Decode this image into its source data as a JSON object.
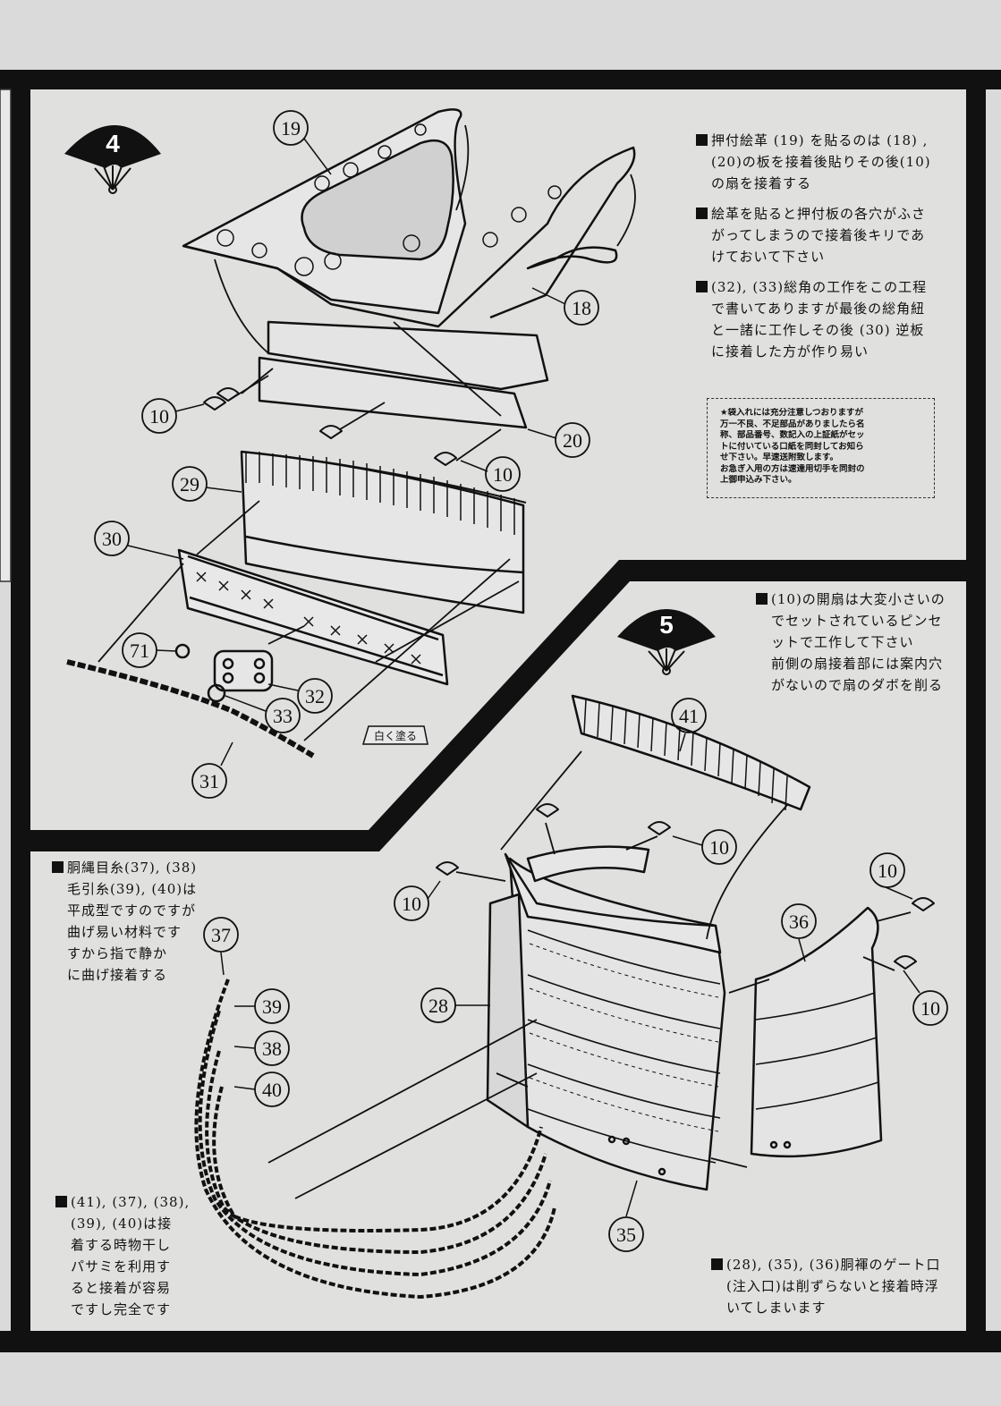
{
  "steps": [
    {
      "number": "4"
    },
    {
      "number": "5"
    }
  ],
  "step4_notes": [
    [
      "押付絵革 (19) を貼るのは (18) ,",
      "(20)の板を接着後貼りその後(10)",
      "の扇を接着する"
    ],
    [
      "絵革を貼ると押付板の各穴がふさ",
      "がってしまうので接着後キリであ",
      "けておいて下さい"
    ],
    [
      "(32), (33)総角の工作をこの工程",
      "で書いてありますが最後の総角紐",
      "と一諸に工作しその後 (30) 逆板",
      "に接着した方が作り易い"
    ]
  ],
  "notice_lines": [
    "★袋入れには充分注意しつおりますが",
    "万一不良、不足部品がありましたら名",
    "称、部品番号、数記入の上証紙がセッ",
    "トに付いている口紙を同封してお知ら",
    "せ下さい。早速送附致します。",
    "お急ぎ入用の方は速達用切手を同封の",
    "上御申込み下さい。"
  ],
  "step5_note": [
    "(10)の開扇は大変小さいの",
    "でセットされているピンセ",
    "ットで工作して下さい",
    "前側の扇接着部には案内穴",
    "がないので扇のダボを削る"
  ],
  "left_note_top": [
    "胴縄目糸(37), (38)",
    "毛引糸(39), (40)は",
    "平成型ですのですが",
    "曲げ易い材料です",
    "すから指で静か",
    "に曲げ接着する"
  ],
  "left_note_bottom": [
    "(41), (37), (38),",
    "(39), (40)は接",
    "着する時物干し",
    "パサミを利用す",
    "ると接着が容易",
    "ですし完全です"
  ],
  "right_note_bottom": [
    "(28), (35), (36)胴褌のゲート口",
    "(注入口)は削ずらないと接着時浮",
    "いてしまいます"
  ],
  "paint_label": "白く塗る",
  "callouts": {
    "p19": "19",
    "p18": "18",
    "p10a": "10",
    "p20": "20",
    "p10b": "10",
    "p29": "29",
    "p30": "30",
    "p71": "71",
    "p32": "32",
    "p33": "33",
    "p31": "31",
    "p41": "41",
    "p10c": "10",
    "p10d": "10",
    "p10e": "10",
    "p36": "36",
    "p10f": "10",
    "p28": "28",
    "p37": "37",
    "p39": "39",
    "p38": "38",
    "p40": "40",
    "p35": "35"
  }
}
